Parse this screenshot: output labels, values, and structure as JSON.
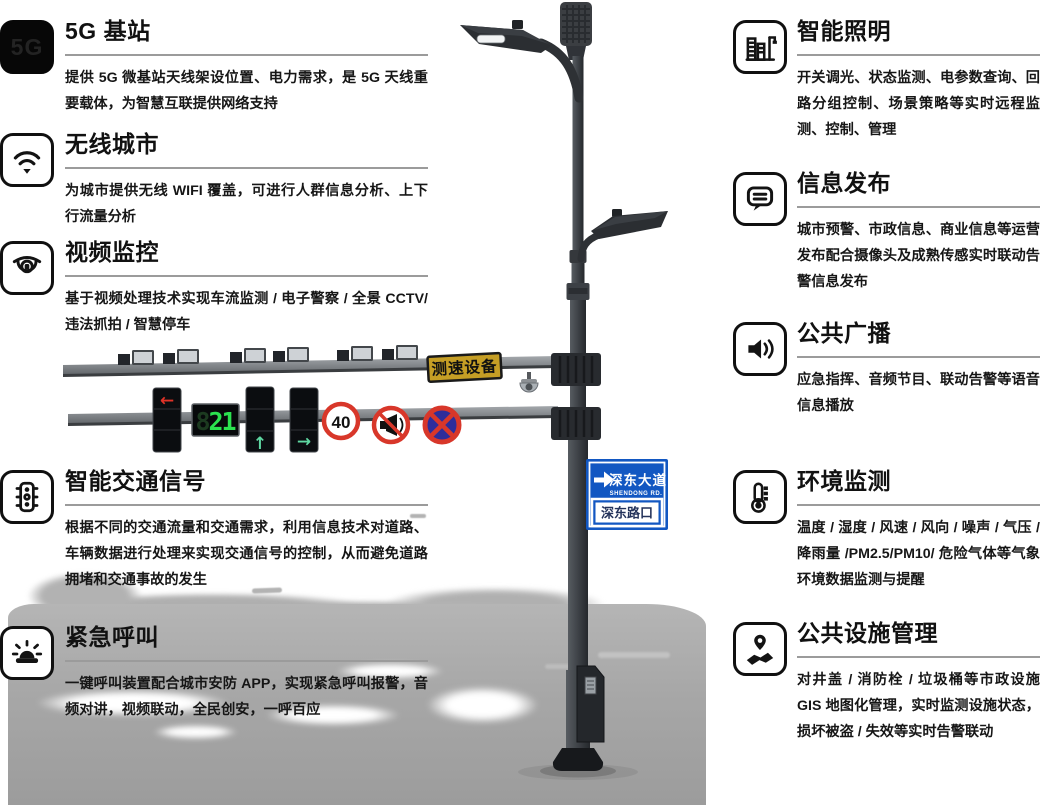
{
  "left_sections": [
    {
      "title": "5G 基站",
      "body": "提供 5G 微基站天线架设位置、电力需求，是 5G 天线重要载体，为智慧互联提供网络支持",
      "icon": "five-g-icon",
      "icon_label": "5G"
    },
    {
      "title": "无线城市",
      "body": "为城市提供无线 WIFI 覆盖，可进行人群信息分析、上下行流量分析",
      "icon": "wifi-icon"
    },
    {
      "title": "视频监控",
      "body": "基于视频处理技术实现车流监测 / 电子警察 / 全景 CCTV/ 违法抓拍 / 智慧停车",
      "icon": "dome-camera-icon"
    },
    {
      "title": "智能交通信号",
      "body": "根据不同的交通流量和交通需求，利用信息技术对道路、车辆数据进行处理来实现交通信号的控制，从而避免道路拥堵和交通事故的发生",
      "icon": "traffic-light-icon"
    },
    {
      "title": "紧急呼叫",
      "body": "一键呼叫装置配合城市安防 APP，实现紧急呼叫报警，音频对讲，视频联动，全民创安，一呼百应",
      "icon": "emergency-alarm-icon"
    }
  ],
  "right_sections": [
    {
      "title": "智能照明",
      "body": "开关调光、状态监测、电参数查询、回路分组控制、场景策略等实时远程监测、控制、管理",
      "icon": "smart-lighting-icon"
    },
    {
      "title": "信息发布",
      "body": "城市预警、市政信息、商业信息等运营发布配合摄像头及成熟传感实时联动告警信息发布",
      "icon": "info-publish-icon"
    },
    {
      "title": "公共广播",
      "body": "应急指挥、音频节目、联动告警等语音信息播放",
      "icon": "speaker-icon"
    },
    {
      "title": "环境监测",
      "body": "温度 / 湿度 / 风速 / 风向 / 噪声 / 气压 / 降雨量 /PM2.5/PM10/ 危险气体等气象环境数据监测与提醒",
      "icon": "thermometer-icon"
    },
    {
      "title": "公共设施管理",
      "body": "对井盖 / 消防栓 / 垃圾桶等市政设施 GIS 地图化管理，实时监测设施状态，损坏被盗 / 失效等实时告警联动",
      "icon": "facility-map-icon"
    }
  ],
  "pole": {
    "speed_device_sign": "测速设备",
    "countdown": {
      "ghost": "8",
      "d1": "2",
      "d2": "1"
    },
    "signals": {
      "left_arrow": "←",
      "up_arrow": "↑",
      "right_arrow": "→"
    },
    "speed_limit": "40",
    "street_sign": {
      "road_name": "深东大道",
      "road_name_en": "SHENDONG  RD.",
      "junction": "深东路口"
    }
  },
  "colors": {
    "sign_red": "#d8372a",
    "sign_blue": "#1257c2",
    "no_stop_blue": "#2d2d9b",
    "speed_sign_yellow": "#c59e25",
    "countdown_green": "#2be24f",
    "ground_gray": "#a7a7a7"
  }
}
